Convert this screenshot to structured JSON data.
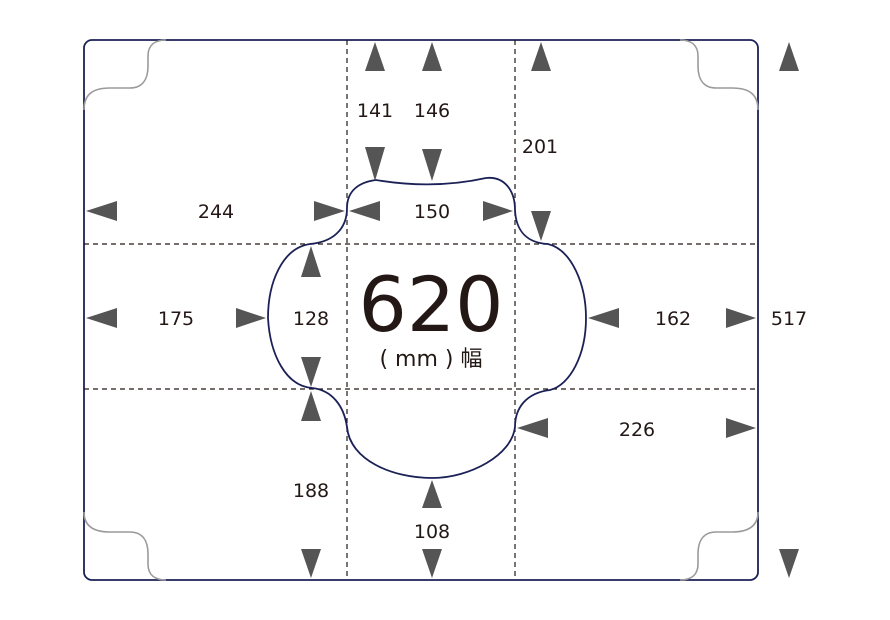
{
  "diagram": {
    "width_label": "620",
    "unit_label": "( mm ) 幅",
    "dimensions": [
      "141",
      "146",
      "201",
      "244",
      "150",
      "175",
      "128",
      "162",
      "517",
      "226",
      "188",
      "108"
    ]
  }
}
